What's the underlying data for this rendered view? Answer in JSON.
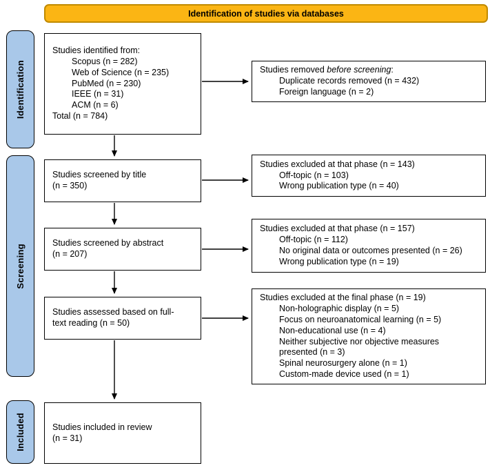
{
  "colors": {
    "header_bg": "#FBB514",
    "header_border": "#C08A00",
    "stage_bg": "#A9C8E9",
    "stage_border": "#000000",
    "box_bg": "#FFFFFF",
    "box_border": "#000000",
    "arrow": "#000000"
  },
  "header": {
    "title": "Identification of studies via databases"
  },
  "stages": [
    {
      "id": "identification",
      "label": "Identification"
    },
    {
      "id": "screening",
      "label": "Screening"
    },
    {
      "id": "included",
      "label": "Included"
    }
  ],
  "left_boxes": [
    {
      "name": "studies-identified",
      "lines": [
        {
          "text": "Studies identified from:",
          "indent": 0
        },
        {
          "text": "Scopus (n = 282)",
          "indent": 1
        },
        {
          "text": "Web of Science (n = 235)",
          "indent": 1
        },
        {
          "text": "PubMed (n = 230)",
          "indent": 1
        },
        {
          "text": "IEEE (n = 31)",
          "indent": 1
        },
        {
          "text": "ACM (n = 6)",
          "indent": 1
        },
        {
          "text": "Total (n = 784)",
          "indent": 0
        }
      ]
    },
    {
      "name": "screened-by-title",
      "lines": [
        {
          "text": "Studies screened by title",
          "indent": 0
        },
        {
          "text": "(n = 350)",
          "indent": 0
        }
      ]
    },
    {
      "name": "screened-by-abstract",
      "lines": [
        {
          "text": "Studies screened by abstract",
          "indent": 0
        },
        {
          "text": "(n = 207)",
          "indent": 0
        }
      ]
    },
    {
      "name": "assessed-full-text",
      "lines": [
        {
          "text": "Studies assessed based on full-",
          "indent": 0
        },
        {
          "text": "text reading (n = 50)",
          "indent": 0
        }
      ]
    },
    {
      "name": "included-in-review",
      "lines": [
        {
          "text": "Studies included in review",
          "indent": 0
        },
        {
          "text": "(n = 31)",
          "indent": 0
        }
      ]
    }
  ],
  "right_boxes": [
    {
      "name": "removed-before-screening",
      "lines": [
        {
          "parts": [
            {
              "t": "Studies removed "
            },
            {
              "t": "before screening",
              "italic": true
            },
            {
              "t": ":"
            }
          ],
          "indent": 0
        },
        {
          "text": "Duplicate records removed (n = 432)",
          "indent": 1
        },
        {
          "text": "Foreign language (n = 2)",
          "indent": 1
        }
      ]
    },
    {
      "name": "excluded-title-phase",
      "lines": [
        {
          "text": "Studies excluded at that phase (n = 143)",
          "indent": 0
        },
        {
          "text": "Off-topic (n = 103)",
          "indent": 1
        },
        {
          "text": "Wrong publication type (n = 40)",
          "indent": 1
        }
      ]
    },
    {
      "name": "excluded-abstract-phase",
      "lines": [
        {
          "text": "Studies excluded at that phase (n = 157)",
          "indent": 0
        },
        {
          "text": "Off-topic (n = 112)",
          "indent": 1
        },
        {
          "text": "No original data or outcomes presented (n = 26)",
          "indent": 1
        },
        {
          "text": "Wrong publication type (n = 19)",
          "indent": 1
        }
      ]
    },
    {
      "name": "excluded-final-phase",
      "lines": [
        {
          "text": "Studies excluded at the final phase (n = 19)",
          "indent": 0
        },
        {
          "text": "Non-holographic display (n = 5)",
          "indent": 1
        },
        {
          "text": "Focus on neuroanatomical learning (n = 5)",
          "indent": 1
        },
        {
          "text": "Non-educational use (n = 4)",
          "indent": 1
        },
        {
          "text": "Neither subjective nor objective measures",
          "indent": 1
        },
        {
          "text": "presented (n = 3)",
          "indent": 1
        },
        {
          "text": "Spinal neurosurgery alone (n = 1)",
          "indent": 1
        },
        {
          "text": "Custom-made device used (n = 1)",
          "indent": 1
        }
      ]
    }
  ]
}
